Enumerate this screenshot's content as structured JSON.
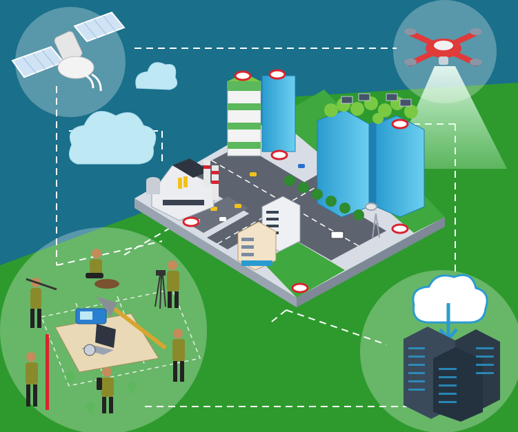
{
  "illustration": {
    "colors": {
      "sky": "#1a6f8a",
      "ground": "#2e9a2e",
      "circle_fill": "#ffffff",
      "road": "#5d6470",
      "lawn": "#3fa83f",
      "tower_glass": "#2a9bd0",
      "server": "#3a4a5a",
      "surveyor_shirt": "#8a8a2a",
      "marker_red": "#d9232e",
      "cloud": "#bfe8f5",
      "beam": "#c9f5d0"
    },
    "panels": [
      {
        "name": "satellite-panel",
        "icon": "satellite-icon"
      },
      {
        "name": "drone-panel",
        "icon": "drone-icon"
      },
      {
        "name": "survey-team-panel",
        "icon": "surveyor-icon"
      },
      {
        "name": "cloud-server-panel",
        "icon": "server-rack-icon"
      }
    ]
  }
}
